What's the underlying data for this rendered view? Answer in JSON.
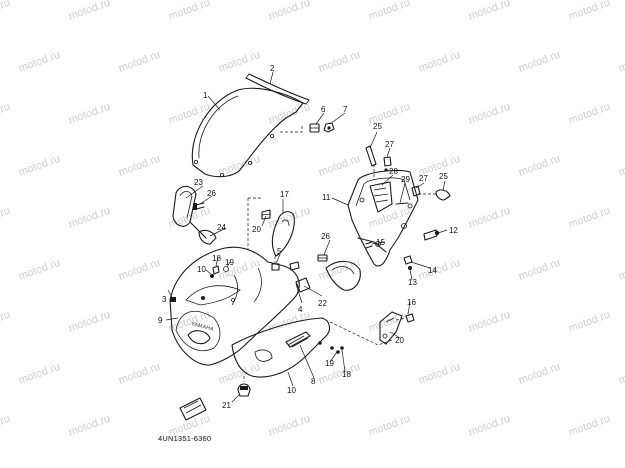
{
  "diagram": {
    "part_code": "4UN1351-6360",
    "brand_mark": "YAMAHA",
    "watermark": "motod.ru",
    "callouts": [
      "1",
      "2",
      "3",
      "4",
      "5",
      "6",
      "7",
      "8",
      "9",
      "10",
      "11",
      "12",
      "13",
      "14",
      "15",
      "16",
      "17",
      "18",
      "19",
      "20",
      "21",
      "22",
      "23",
      "24",
      "25",
      "26",
      "27",
      "28",
      "29"
    ]
  }
}
